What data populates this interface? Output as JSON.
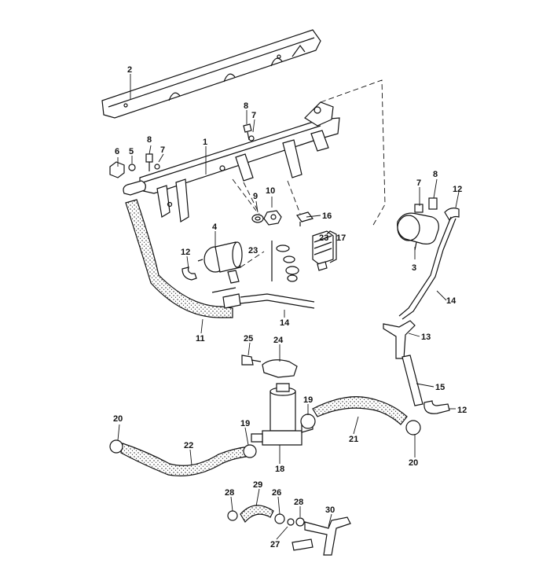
{
  "labels": {
    "c1": "1",
    "c2": "2",
    "c3": "3",
    "c4": "4",
    "c5": "5",
    "c6": "6",
    "c7a": "7",
    "c7b": "7",
    "c7c": "7",
    "c8a": "8",
    "c8b": "8",
    "c8c": "8",
    "c9": "9",
    "c10": "10",
    "c11": "11",
    "c12a": "12",
    "c12b": "12",
    "c12c": "12",
    "c13": "13",
    "c14a": "14",
    "c14b": "14",
    "c15": "15",
    "c16": "16",
    "c17": "17",
    "c18": "18",
    "c19a": "19",
    "c19b": "19",
    "c20a": "20",
    "c20b": "20",
    "c21": "21",
    "c22": "22",
    "c23a": "23",
    "c23b": "23",
    "c24": "24",
    "c25": "25",
    "c26": "26",
    "c27": "27",
    "c28a": "28",
    "c28b": "28",
    "c29": "29",
    "c30": "30"
  }
}
